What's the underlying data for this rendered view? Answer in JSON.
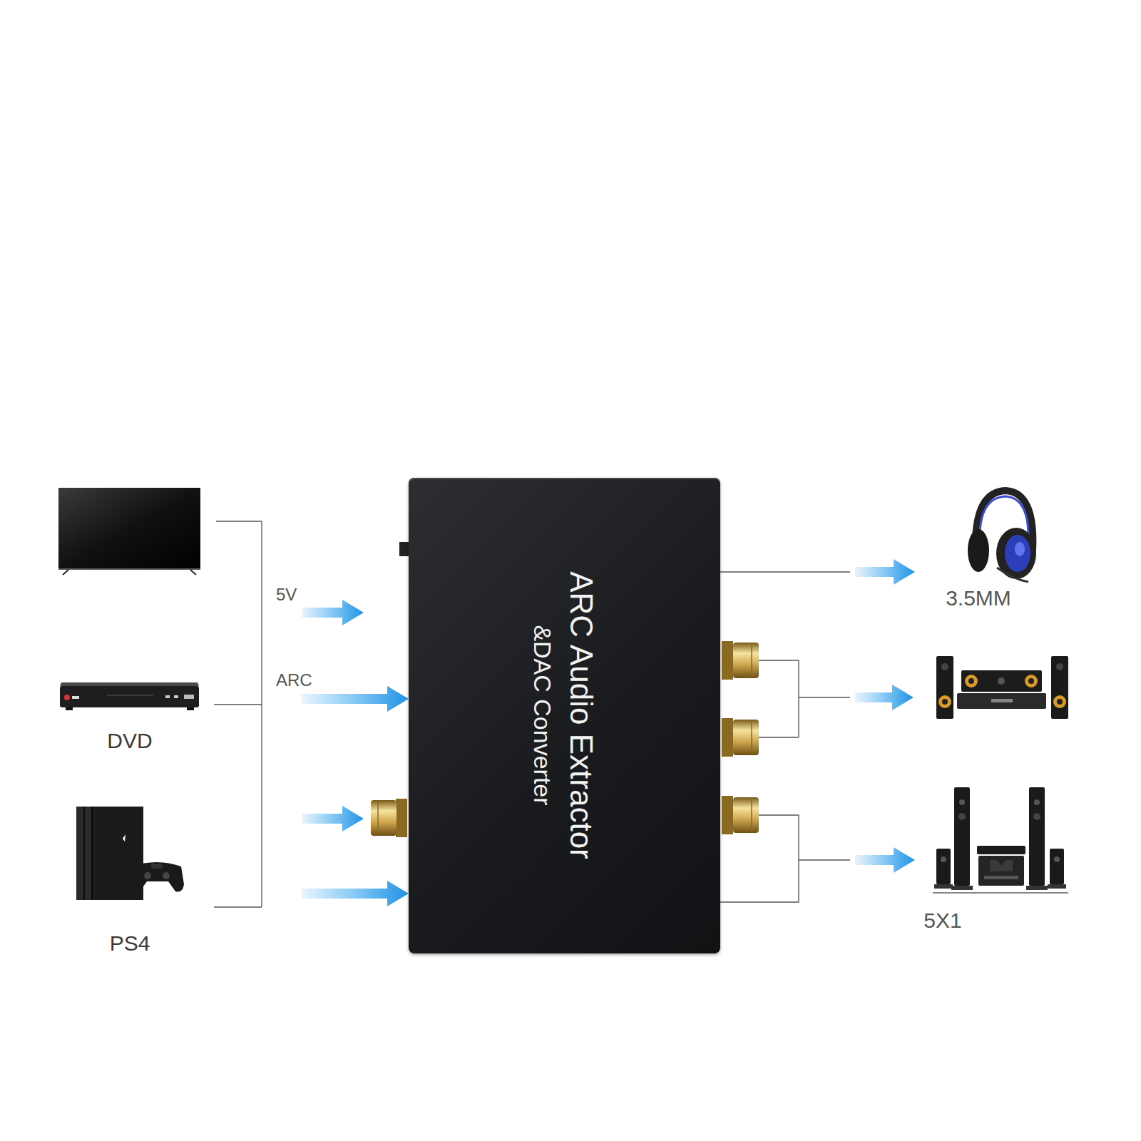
{
  "diagram": {
    "nodes": [
      {
        "text": [
          "DVD"
        ]
      },
      {
        "text": [
          "PS4"
        ]
      },
      {
        "text": [
          "ARC Audio Extractor",
          "&DAC Converter"
        ]
      },
      {
        "text": [
          "3.5MM"
        ]
      },
      {
        "text": [
          "5X1"
        ]
      }
    ],
    "edges": [
      {
        "from": 0,
        "to": 2,
        "arrow": "to"
      },
      {
        "from": 1,
        "to": 2,
        "arrow": "to"
      },
      {
        "from": 2,
        "to": 3,
        "arrow": "to"
      },
      {
        "from": 2,
        "to": 4,
        "arrow": "to"
      }
    ],
    "labels": [
      "5V",
      "ARC"
    ]
  }
}
